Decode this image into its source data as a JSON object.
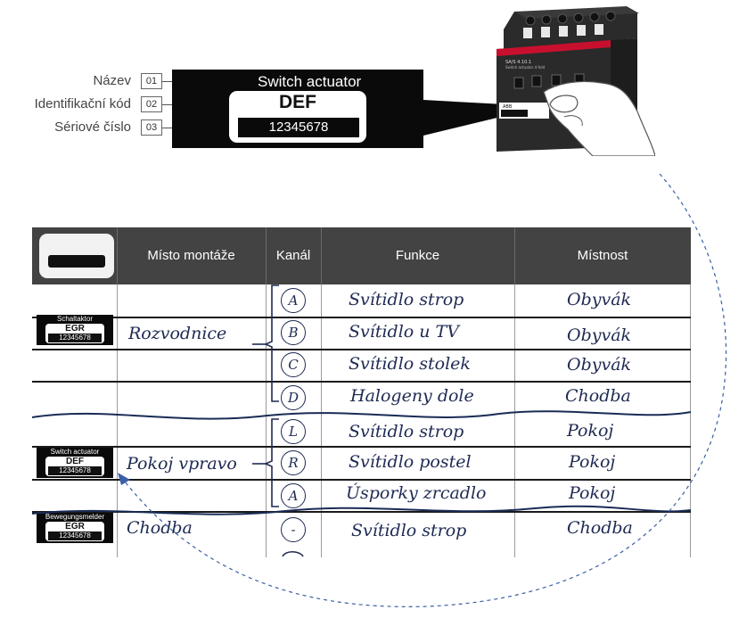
{
  "legend": {
    "items": [
      {
        "label": "Název",
        "num": "01"
      },
      {
        "label": "Identifikační kód",
        "num": "02"
      },
      {
        "label": "Sériové číslo",
        "num": "03"
      }
    ]
  },
  "plate": {
    "title": "Switch actuator",
    "code": "DEF",
    "serial": "12345678"
  },
  "device": {
    "brand": "ABB",
    "label_code": "DEF"
  },
  "table": {
    "headers": [
      "Místo montáže",
      "Kanál",
      "Funkce",
      "Místnost"
    ],
    "rows": [
      {
        "channel": "A",
        "function": "Svítidlo strop",
        "room": "Obyvák"
      },
      {
        "channel": "B",
        "function": "Svítidlo u TV",
        "room": "Obyvák"
      },
      {
        "channel": "C",
        "function": "Svítidlo stolek",
        "room": "Obyvák"
      },
      {
        "channel": "D",
        "function": "Halogeny dole",
        "room": "Chodba"
      },
      {
        "channel": "L",
        "function": "Svítidlo strop",
        "room": "Pokoj"
      },
      {
        "channel": "R",
        "function": "Svítidlo postel",
        "room": "Pokoj"
      },
      {
        "channel": "A",
        "function": "Úsporky zrcadlo",
        "room": "Pokoj"
      },
      {
        "channel": "-",
        "function": "Svítidlo strop",
        "room": "Chodba"
      }
    ],
    "groups": [
      {
        "label_title": "Schaltaktor",
        "label_code": "EGR",
        "label_serial": "12345678",
        "location": "Rozvodnice"
      },
      {
        "label_title": "Switch actuator",
        "label_code": "DEF",
        "label_serial": "12345678",
        "location": "Pokoj vpravo"
      },
      {
        "label_title": "Bewegungsmelder",
        "label_code": "EGR",
        "label_serial": "12345678",
        "location": "Chodba"
      }
    ]
  }
}
